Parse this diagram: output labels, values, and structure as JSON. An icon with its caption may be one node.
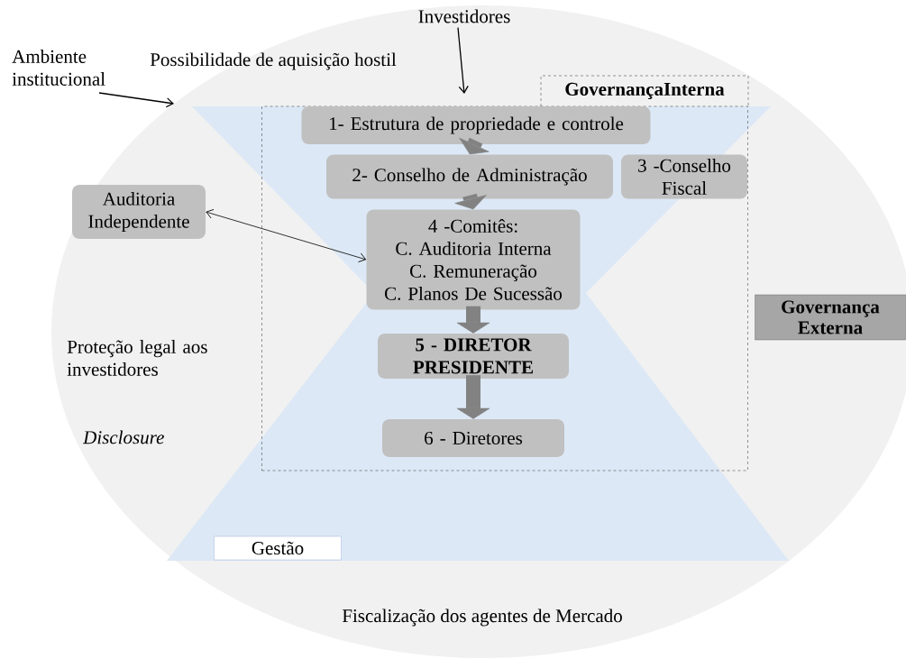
{
  "diagram": {
    "nodes": [
      {
        "text": [
          "Ambiente institucional"
        ]
      },
      {
        "text": [
          "Investidores"
        ]
      },
      {
        "text": [
          "GovernançaInterna"
        ]
      },
      {
        "text": [
          "1- Estrutura de  propriedade e controle"
        ],
        "in": 2
      },
      {
        "text": [
          "2- Conselho de Administração"
        ],
        "in": 2
      },
      {
        "text": [
          "3 -Conselho Fiscal"
        ],
        "in": 2
      },
      {
        "text": [
          "4 -Comitês:",
          "C. Auditoria Interna",
          "C. Remuneração",
          "C. Planos De Sucessão"
        ],
        "in": 2
      },
      {
        "text": [
          "5 - DIRETOR PRESIDENTE"
        ],
        "in": 2
      },
      {
        "text": [
          "6 - Diretores"
        ],
        "in": 2
      },
      {
        "text": [
          "Auditoria Independente"
        ]
      },
      {
        "text": [
          "Gestão"
        ]
      },
      {
        "text": [
          "Governança Externa"
        ]
      }
    ],
    "edges": [
      {
        "from": 0,
        "to": null,
        "arrow": "to",
        "color": "#000000"
      },
      {
        "from": 1,
        "to": 2,
        "arrow": "to",
        "color": "#000000"
      },
      {
        "from": 3,
        "to": 4,
        "arrow": "to"
      },
      {
        "from": 4,
        "to": 6,
        "arrow": "to"
      },
      {
        "from": 6,
        "to": 7,
        "arrow": "to"
      },
      {
        "from": 7,
        "to": 8,
        "arrow": "to"
      },
      {
        "from": 9,
        "to": 6,
        "arrow": "both",
        "color": "#000000"
      }
    ],
    "labels": [
      "Possibilidade de aquisição hostil",
      "Proteção legal aos investidores",
      "Disclosure",
      "Fiscalização dos agentes de Mercado"
    ]
  }
}
